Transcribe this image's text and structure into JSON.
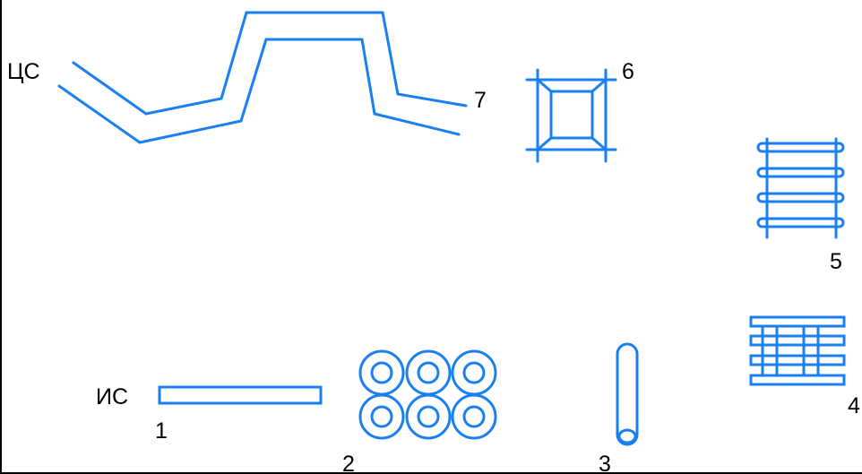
{
  "labels": {
    "cs": "ЦС",
    "is": "ИС",
    "n1": "1",
    "n2": "2",
    "n3": "3",
    "n4": "4",
    "n5": "5",
    "n6": "6",
    "n7": "7"
  },
  "colors": {
    "line": "#1a7ff0",
    "text": "#000000",
    "frame": "#000000"
  }
}
